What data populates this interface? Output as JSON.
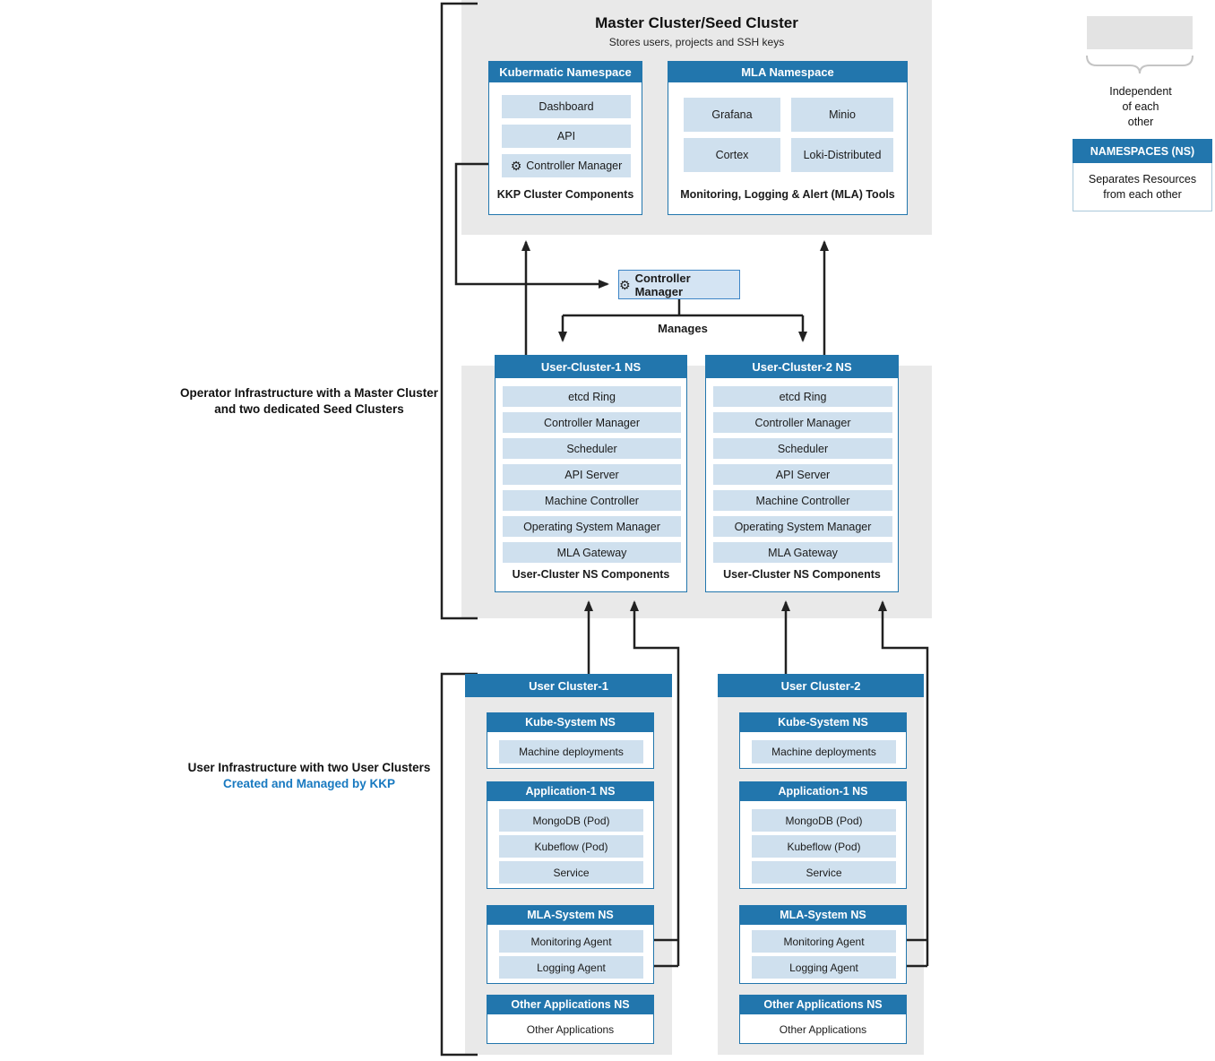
{
  "colors": {
    "header_blue": "#2276ad",
    "item_light_blue": "#cfe0ee",
    "cm_box_fill": "#d4e4f3",
    "cm_box_border": "#3d85c6",
    "section_gray": "#e9e9e9",
    "swatch_gray": "#e3e3e3",
    "connector_line": "#212121",
    "kkp_link_blue": "#1879c0",
    "brace_gray": "#c4c4c4"
  },
  "master": {
    "title": "Master Cluster/Seed Cluster",
    "subtitle": "Stores users, projects and SSH keys",
    "kubermatic_ns": {
      "header": "Kubermatic Namespace",
      "items": [
        "Dashboard",
        "API",
        "Controller Manager"
      ],
      "footer": "KKP Cluster Components"
    },
    "mla_ns": {
      "header": "MLA Namespace",
      "items": [
        "Grafana",
        "Minio",
        "Cortex",
        "Loki-Distributed"
      ],
      "footer": "Monitoring, Logging & Alert (MLA) Tools"
    }
  },
  "controller_manager": {
    "label": "Controller Manager",
    "manages": "Manages"
  },
  "seed": {
    "ns1_header": "User-Cluster-1 NS",
    "ns2_header": "User-Cluster-2 NS",
    "items": [
      "etcd Ring",
      "Controller Manager",
      "Scheduler",
      "API Server",
      "Machine Controller",
      "Operating System Manager",
      "MLA Gateway"
    ],
    "footer": "User-Cluster NS Components"
  },
  "labels": {
    "operator_line1": "Operator Infrastructure with a Master Cluster",
    "operator_line2": "and two dedicated Seed Clusters",
    "user_line1": "User Infrastructure with two User Clusters",
    "user_line2": "Created and Managed by KKP"
  },
  "legend": {
    "independent_lines": [
      "Independent",
      "of each",
      "other"
    ],
    "namespaces": {
      "header": "NAMESPACES (NS)",
      "line1": "Separates Resources",
      "line2": "from each other"
    }
  },
  "user_clusters": [
    {
      "header": "User Cluster-1",
      "kube_system": {
        "header": "Kube-System NS",
        "items": [
          "Machine deployments"
        ]
      },
      "application": {
        "header": "Application-1 NS",
        "items": [
          "MongoDB (Pod)",
          "Kubeflow (Pod)",
          "Service"
        ]
      },
      "mla_system": {
        "header": "MLA-System NS",
        "items": [
          "Monitoring Agent",
          "Logging Agent"
        ]
      },
      "other": {
        "header": "Other Applications NS",
        "items": [
          "Other Applications"
        ]
      }
    },
    {
      "header": "User Cluster-2",
      "kube_system": {
        "header": "Kube-System NS",
        "items": [
          "Machine deployments"
        ]
      },
      "application": {
        "header": "Application-1 NS",
        "items": [
          "MongoDB (Pod)",
          "Kubeflow (Pod)",
          "Service"
        ]
      },
      "mla_system": {
        "header": "MLA-System NS",
        "items": [
          "Monitoring Agent",
          "Logging Agent"
        ]
      },
      "other": {
        "header": "Other Applications NS",
        "items": [
          "Other Applications"
        ]
      }
    }
  ]
}
